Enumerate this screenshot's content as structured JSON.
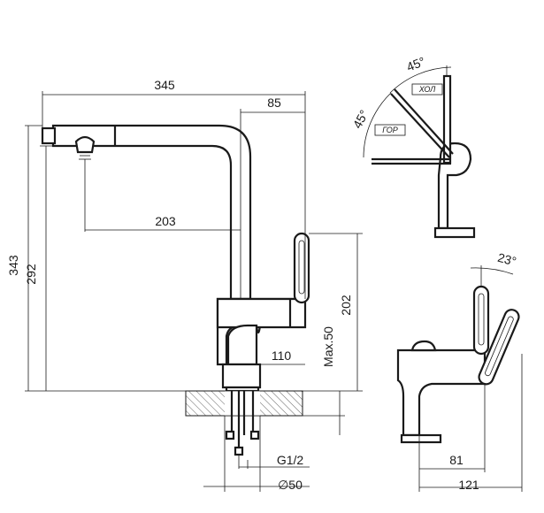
{
  "dimensions": {
    "width_345": "345",
    "offset_85": "85",
    "reach_203": "203",
    "height_343": "343",
    "height_292": "292",
    "height_202": "202",
    "max_50": "Max.50",
    "base_110": "110",
    "thread": "G1/2",
    "diameter": "∅50",
    "handle_81": "81",
    "handle_121": "121",
    "angle_23": "23°",
    "angle_45_top": "45°",
    "angle_45_side": "45°"
  },
  "labels": {
    "cold": "ХОЛ",
    "hot": "ГОР"
  }
}
